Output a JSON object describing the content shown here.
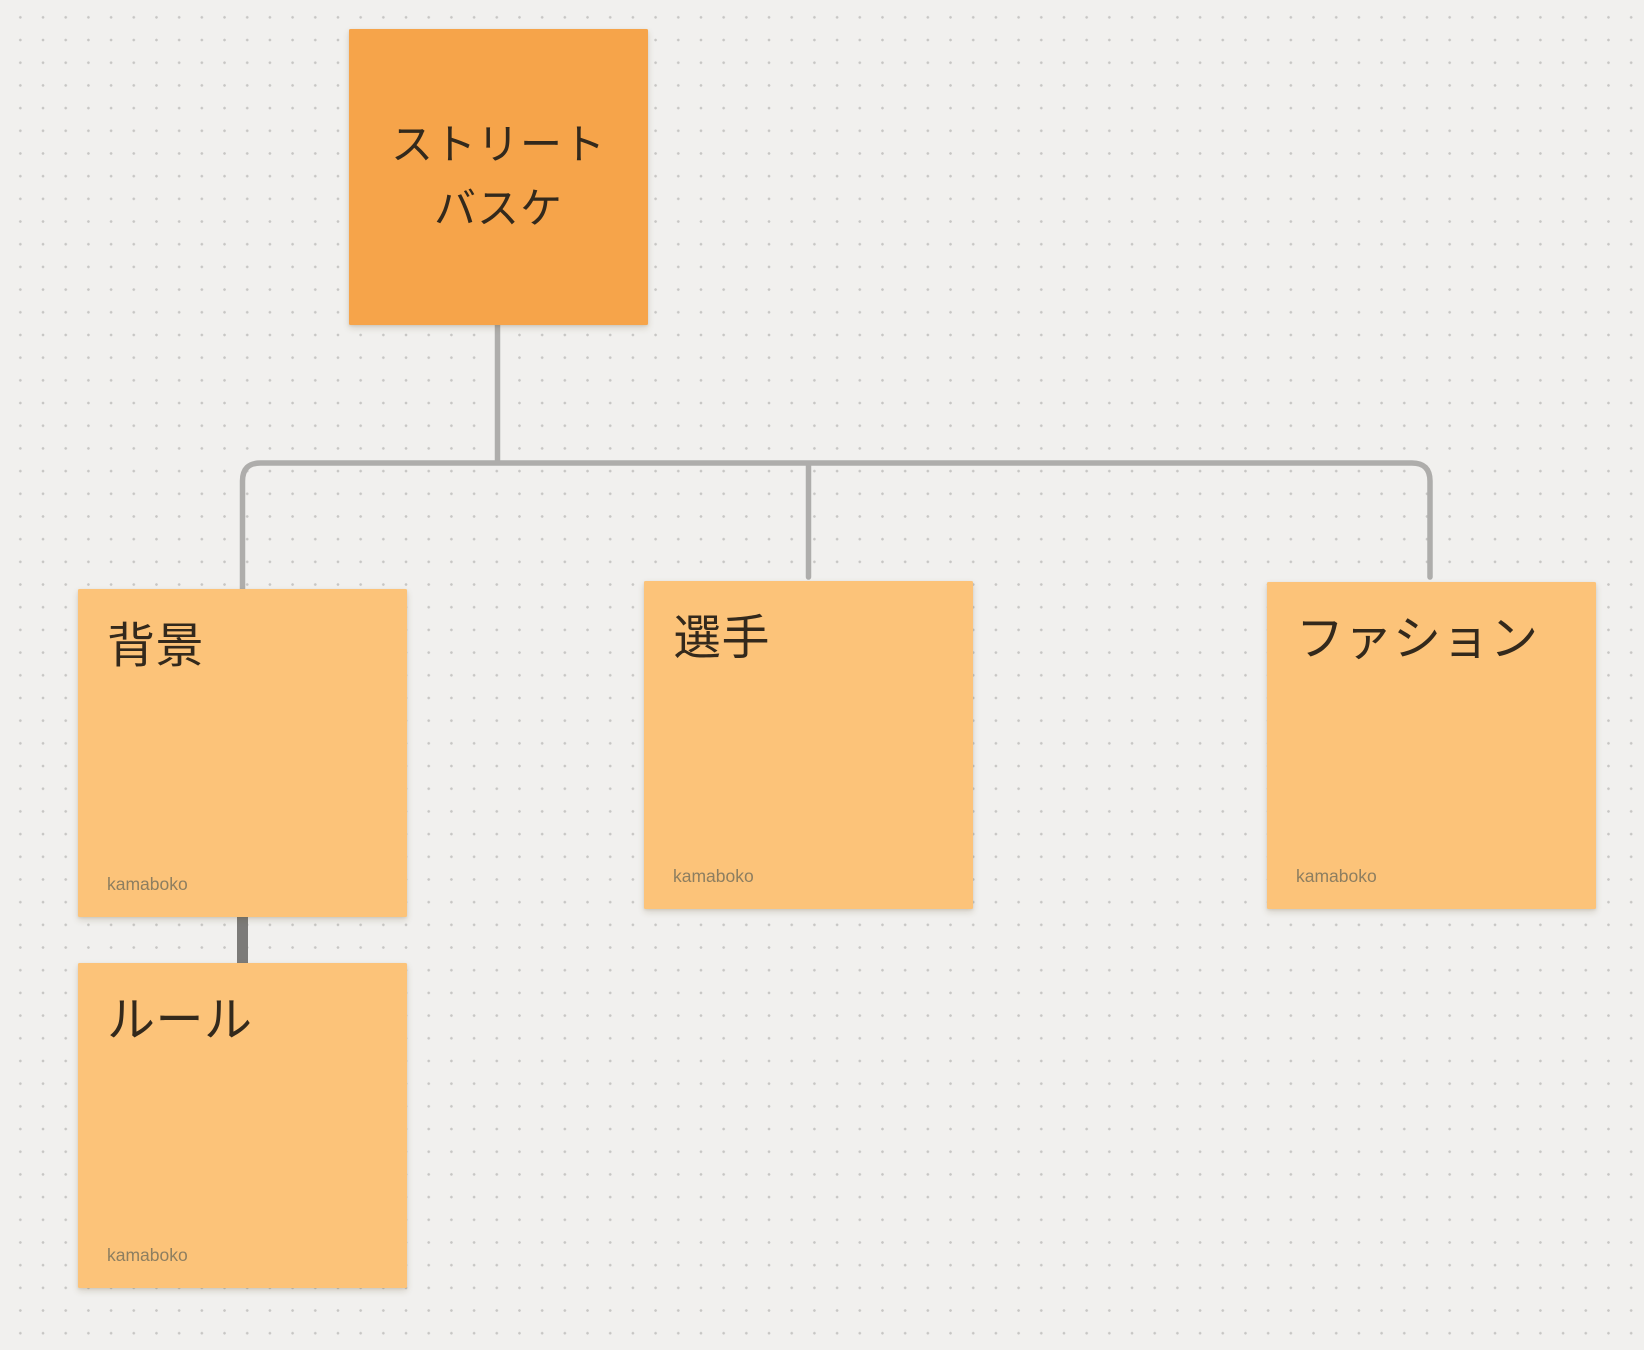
{
  "colors": {
    "canvas_bg": "#f1f0ee",
    "dot_grid": "#c7c6c4",
    "root_note_fill": "#f6a44a",
    "child_note_fill": "#fcc379",
    "note_text": "#33291c",
    "author_text": "#8d7e60",
    "connector_thin": "#aeadab",
    "connector_thick": "#7c7b79"
  },
  "notes": {
    "root": {
      "title": "ストリート\nバスケ"
    },
    "background": {
      "title": "背景",
      "author": "kamaboko"
    },
    "players": {
      "title": "選手",
      "author": "kamaboko"
    },
    "fashion": {
      "title": "ファション",
      "author": "kamaboko"
    },
    "rules": {
      "title": "ルール",
      "author": "kamaboko"
    }
  }
}
